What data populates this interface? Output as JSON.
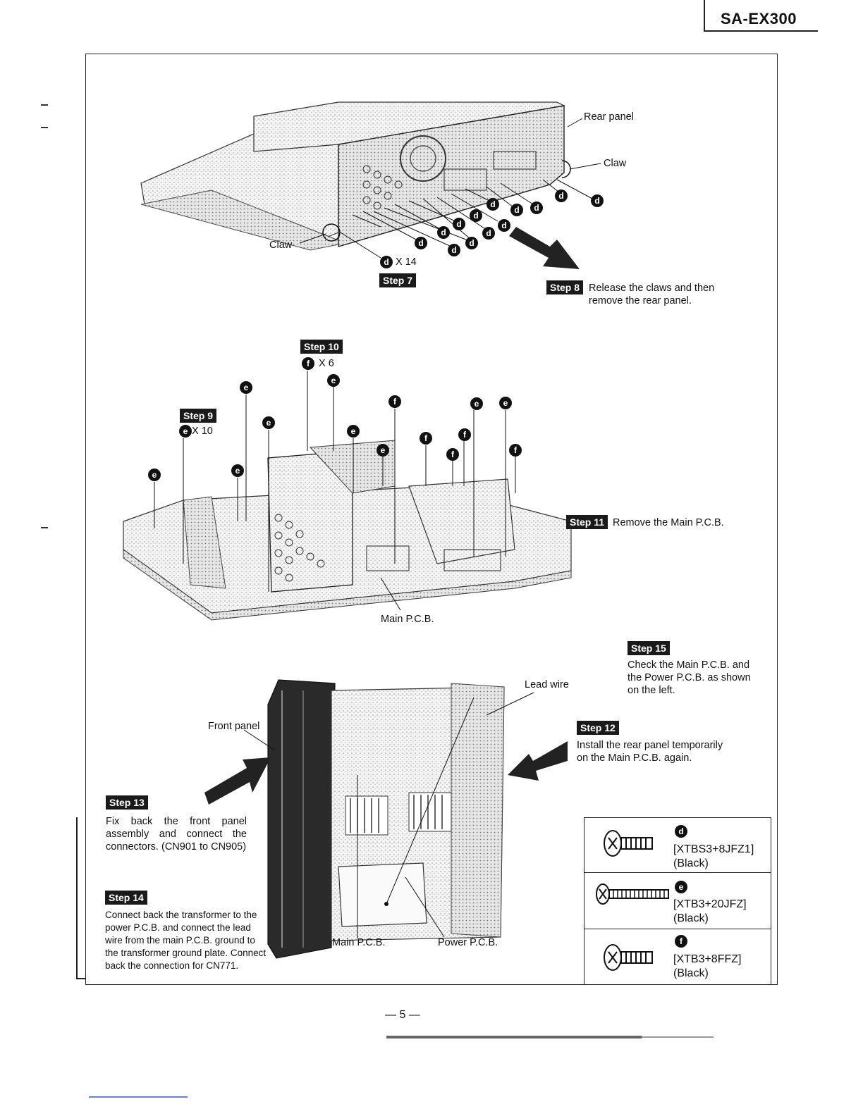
{
  "header": {
    "model": "SA-EX300"
  },
  "figure1": {
    "rear_panel_label": "Rear panel",
    "claw_label_right": "Claw",
    "claw_label_left": "Claw",
    "screw_letter": "d",
    "screw_count": "X 14",
    "step7": "Step 7",
    "step8": "Step 8",
    "step8_text": "Release the claws and then remove the rear panel."
  },
  "figure2": {
    "step10": "Step 10",
    "step10_letter": "f",
    "step10_count": "X 6",
    "step9": "Step 9",
    "step9_letter": "e",
    "step9_count": "X 10",
    "step11": "Step 11",
    "step11_text": "Remove the Main P.C.B.",
    "main_pcb_label": "Main P.C.B."
  },
  "figure3": {
    "step15": "Step 15",
    "step15_text": "Check the Main P.C.B. and the Power P.C.B. as shown on the left.",
    "lead_wire_label": "Lead wire",
    "front_panel_label": "Front panel",
    "step12": "Step 12",
    "step12_text": "Install the rear panel temporarily on the Main P.C.B. again.",
    "step13": "Step 13",
    "step13_text": "Fix back the front panel assembly and connect the connectors. (CN901 to CN905)",
    "step14": "Step 14",
    "step14_text": "Connect back the transformer to the power P.C.B. and connect the lead wire from the main P.C.B. ground to the transformer ground plate. Connect back the connection for CN771.",
    "main_pcb_label": "Main P.C.B.",
    "power_pcb_label": "Power P.C.B."
  },
  "parts": [
    {
      "letter": "d",
      "code": "[XTBS3+8JFZ1]",
      "color": "(Black)",
      "icon": "short-screw-icon"
    },
    {
      "letter": "e",
      "code": "[XTB3+20JFZ]",
      "color": "(Black)",
      "icon": "long-screw-icon"
    },
    {
      "letter": "f",
      "code": "[XTB3+8FFZ]",
      "color": "(Black)",
      "icon": "short-screw-icon"
    }
  ],
  "footer": {
    "page_number": "— 5 —"
  }
}
